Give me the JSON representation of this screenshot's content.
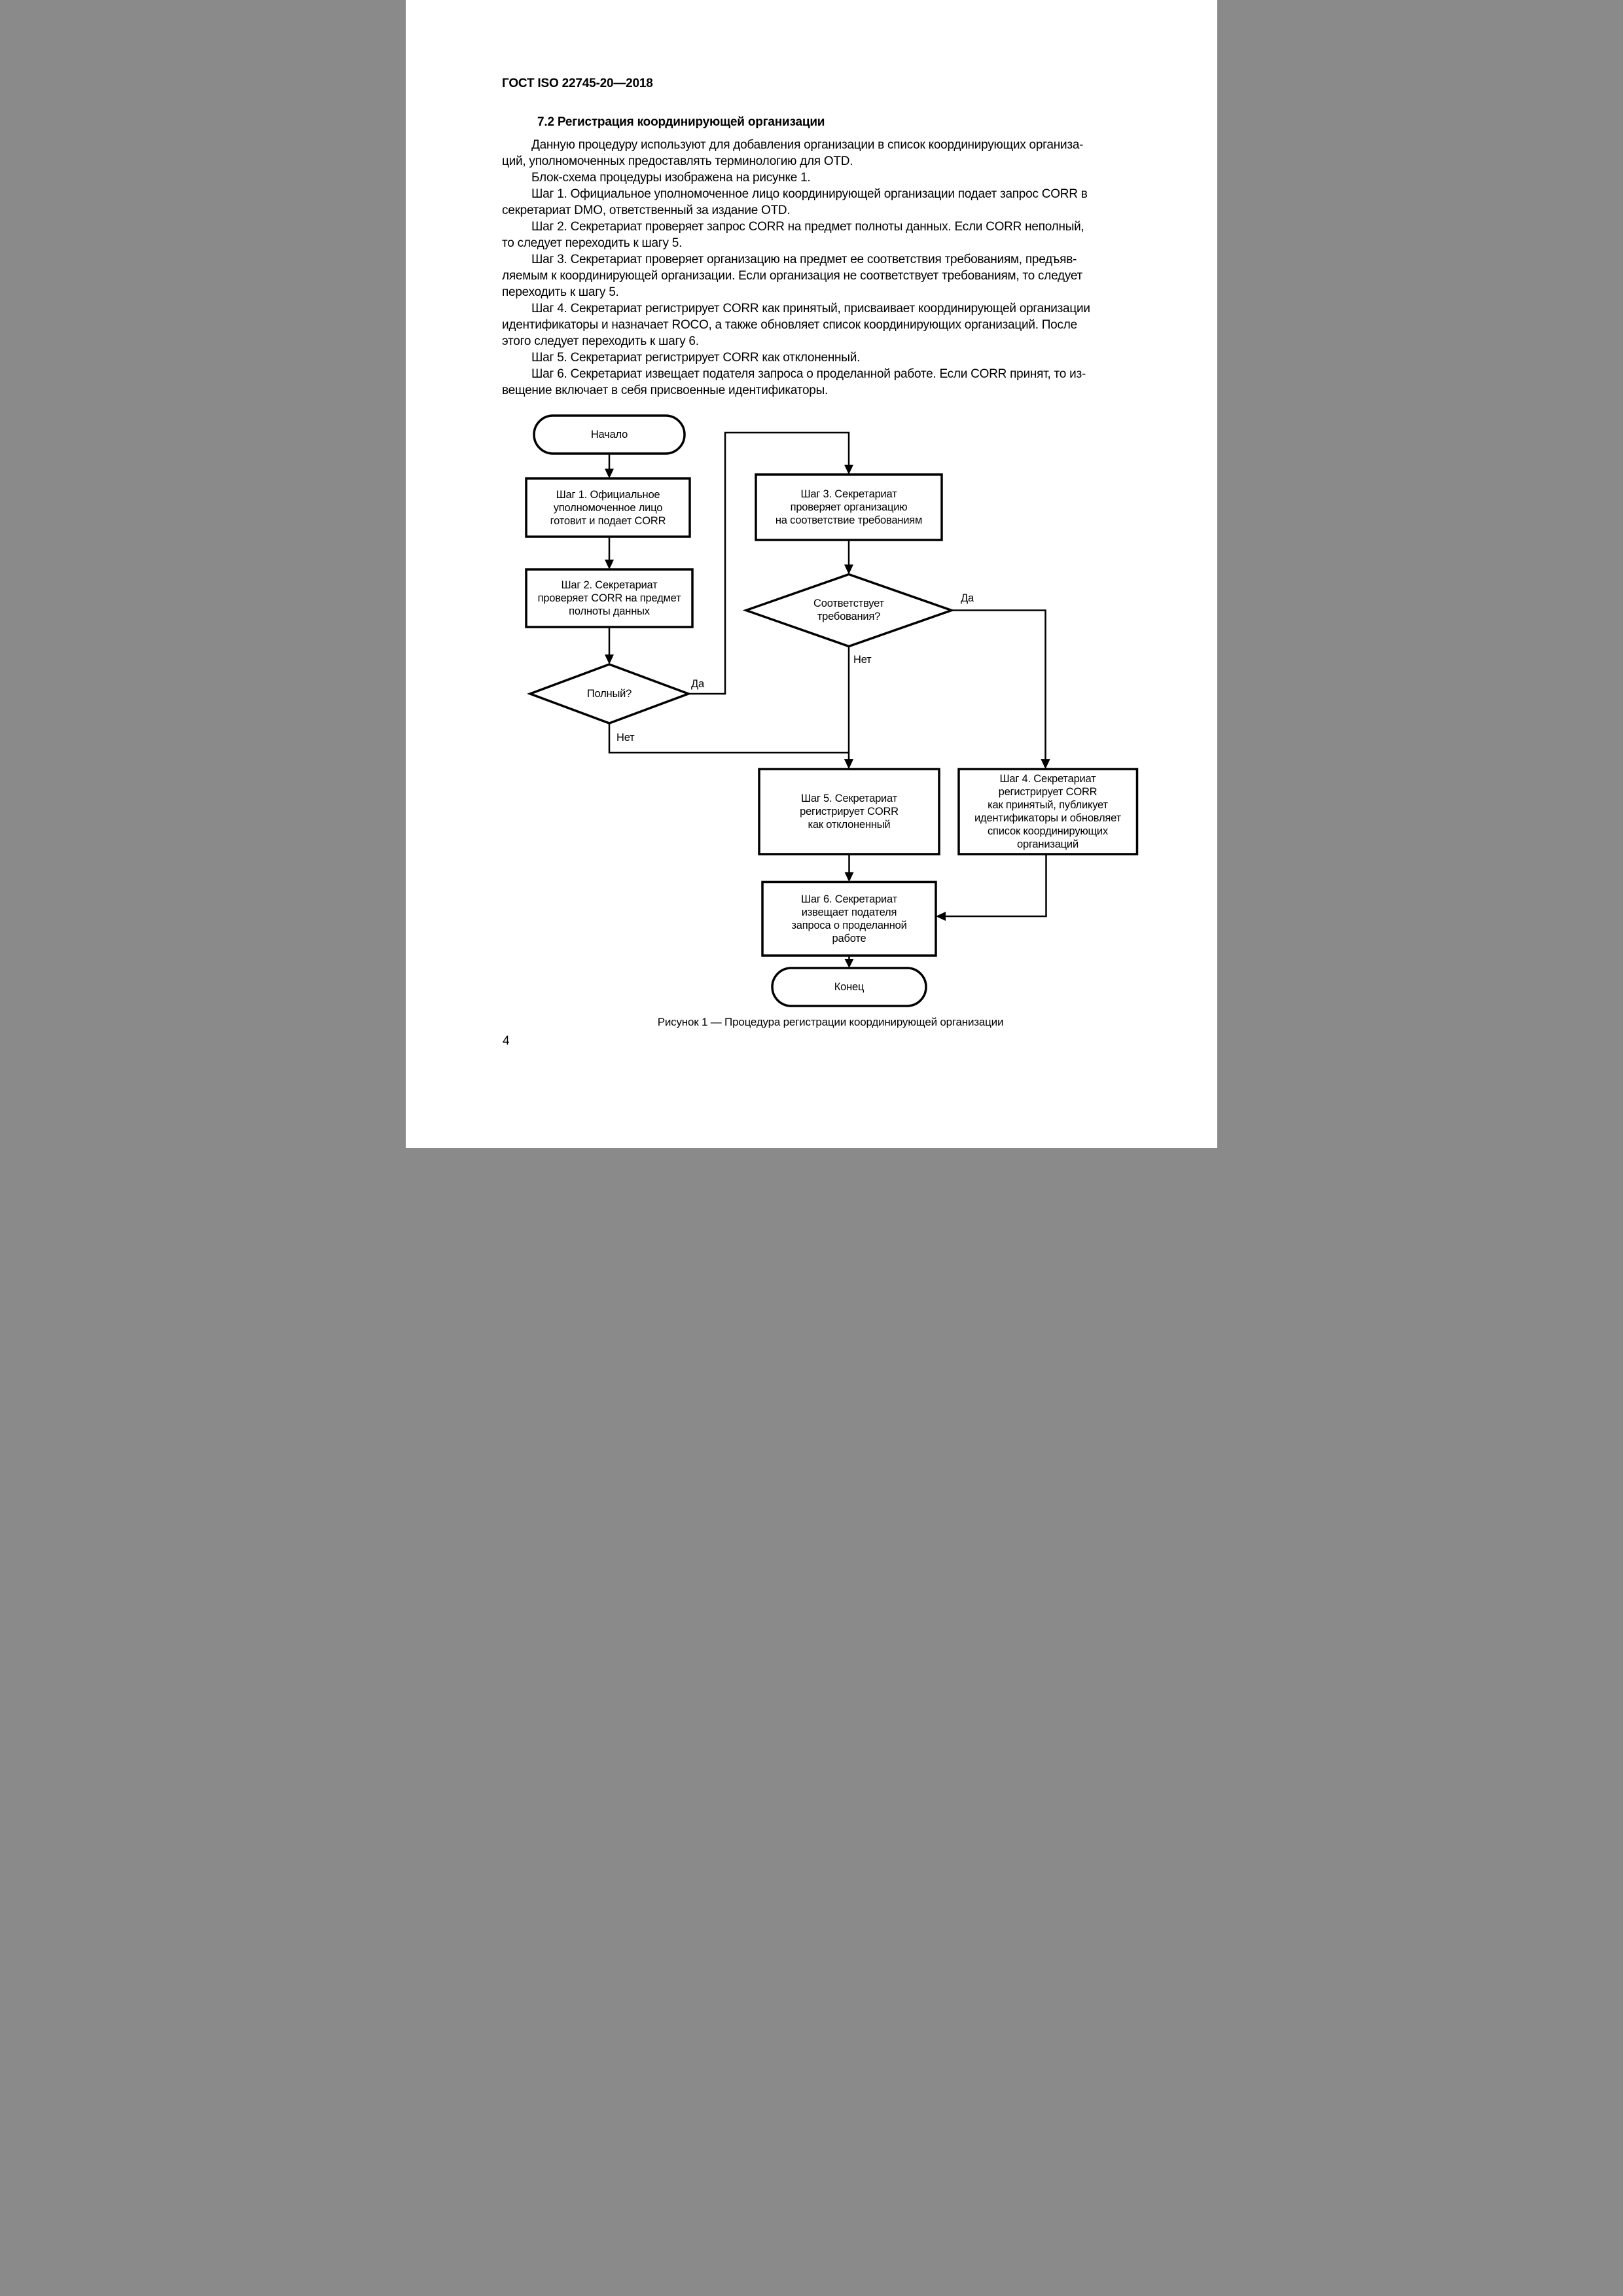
{
  "page": {
    "header": "ГОСТ ISO 22745-20—2018",
    "section_title": "7.2 Регистрация координирующей организации",
    "page_number": "4"
  },
  "paragraphs": [
    [
      "Данную процедуру используют для добавления организации в список координирующих организа-",
      "ций, уполномоченных предоставлять терминологию для OTD."
    ],
    [
      "Блок-схема процедуры изображена на рисунке 1."
    ],
    [
      "Шаг 1. Официальное уполномоченное лицо координирующей организации подает запрос CORR в",
      "секретариат DMO, ответственный за издание OTD."
    ],
    [
      "Шаг 2. Секретариат проверяет запрос CORR на предмет полноты данных. Если CORR неполный,",
      "то следует переходить к шагу 5."
    ],
    [
      "Шаг 3. Секретариат проверяет организацию на предмет ее соответствия требованиям, предъяв-",
      "ляемым к координирующей организации. Если организация не соответствует требованиям, то следует",
      "переходить к шагу 5."
    ],
    [
      "Шаг 4. Секретариат регистрирует CORR как принятый, присваивает координирующей организации",
      "идентификаторы и назначает ROCO, а также обновляет список координирующих организаций. После",
      "этого следует переходить к шагу 6."
    ],
    [
      "Шаг 5. Секретариат регистрирует CORR как отклоненный."
    ],
    [
      "Шаг 6. Секретариат извещает подателя запроса о проделанной работе. Если CORR принят, то из-",
      "вещение включает в себя присвоенные идентификаторы."
    ]
  ],
  "figure": {
    "caption": "Рисунок 1 — Процедура регистрации координирующей организации",
    "nodes": {
      "start": "Начало",
      "step1": "Шаг 1. Официальное\nуполномоченное лицо\nготовит и подает CORR",
      "step2": "Шаг 2. Секретариат\nпроверяет CORR на предмет\nполноты данных",
      "decision1": "Полный?",
      "step3": "Шаг 3. Секретариат\nпроверяет организацию\nна соответствие требованиям",
      "decision2": "Соответствует\nтребования?",
      "step4": "Шаг 4. Секретариат\nрегистрирует CORR\nкак принятый, публикует\nидентификаторы и обновляет\nсписок координирующих\nорганизаций",
      "step5": "Шаг 5. Секретариат\nрегистрирует CORR\nкак отклоненный",
      "step6": "Шаг 6. Секретариат\nизвещает подателя\nзапроса о проделанной\nработе",
      "end": "Конец"
    },
    "labels": {
      "yes1": "Да",
      "no1": "Нет",
      "yes2": "Да",
      "no2": "Нет"
    }
  }
}
